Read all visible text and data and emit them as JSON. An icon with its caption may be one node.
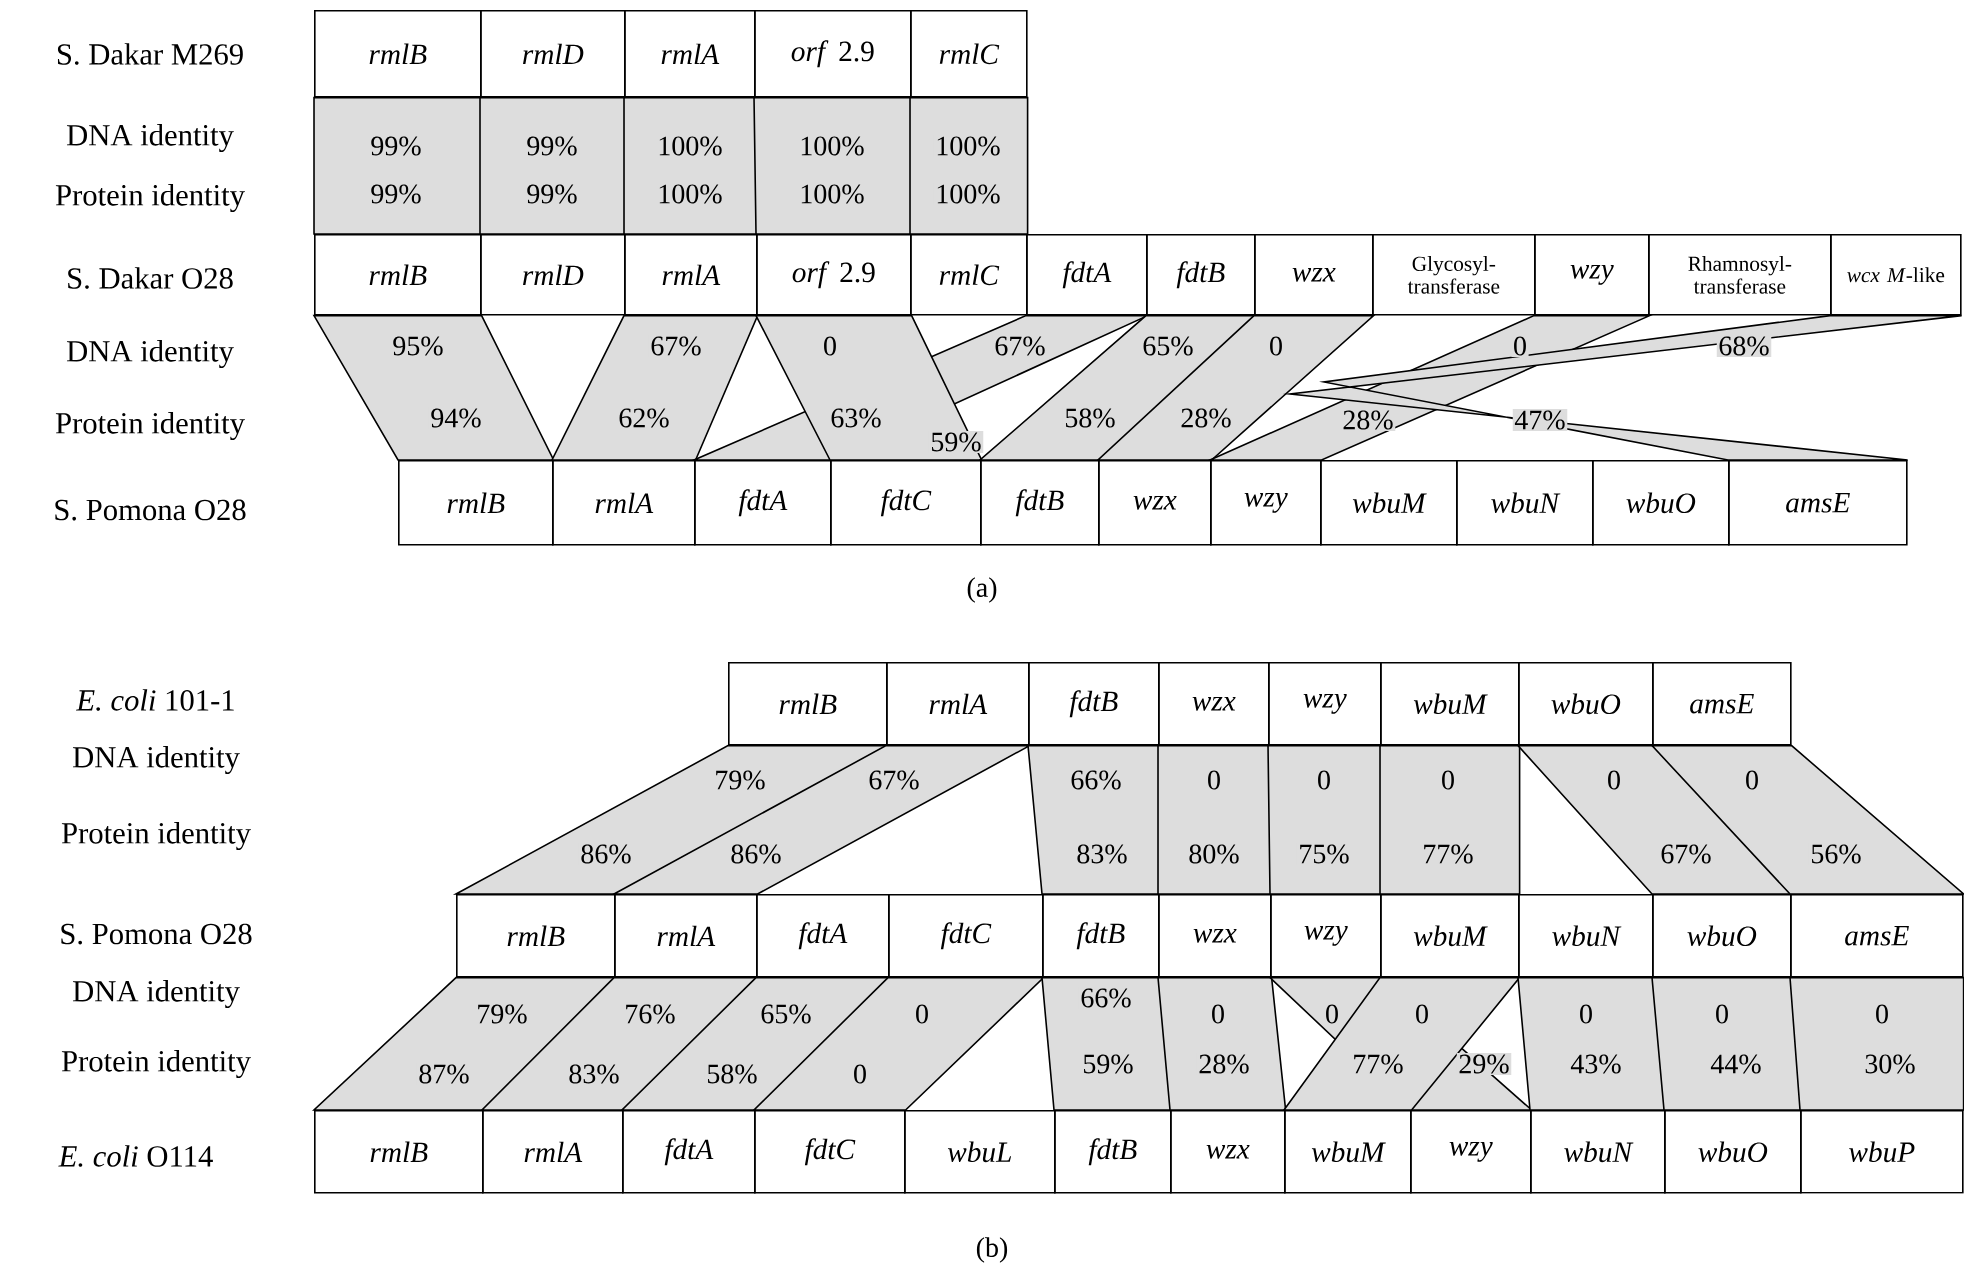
{
  "diagram": {
    "nodes": [
      {
        "text": [
          "rmlB"
        ]
      },
      {
        "text": [
          "rmlD"
        ]
      },
      {
        "text": [
          "rmlA"
        ]
      },
      {
        "text": [
          "*orf* 2.9"
        ]
      },
      {
        "text": [
          "rmlC"
        ]
      },
      {
        "text": [
          "rmlB"
        ]
      },
      {
        "text": [
          "rmlD"
        ]
      },
      {
        "text": [
          "rmlA"
        ]
      },
      {
        "text": [
          "*orf* 2.9"
        ]
      },
      {
        "text": [
          "rmlC"
        ]
      },
      {
        "text": [
          "fdtA"
        ]
      },
      {
        "text": [
          "fdtB"
        ]
      },
      {
        "text": [
          "wzx"
        ]
      },
      {
        "text": [
          "Glycosyl-transferase"
        ]
      },
      {
        "text": [
          "wzy"
        ]
      },
      {
        "text": [
          "Rhamnosyl-transferase"
        ]
      },
      {
        "text": [
          "*wcx M*-like"
        ]
      },
      {
        "text": [
          "rmlB"
        ]
      },
      {
        "text": [
          "rmlA"
        ]
      },
      {
        "text": [
          "fdtA"
        ]
      },
      {
        "text": [
          "fdtC"
        ]
      },
      {
        "text": [
          "fdtB"
        ]
      },
      {
        "text": [
          "wzx"
        ]
      },
      {
        "text": [
          "wzy"
        ]
      },
      {
        "text": [
          "wbuM"
        ]
      },
      {
        "text": [
          "wbuN"
        ]
      },
      {
        "text": [
          "wbuO"
        ]
      },
      {
        "text": [
          "amsE"
        ]
      },
      {
        "text": [
          "rmlB"
        ]
      },
      {
        "text": [
          "rmlA"
        ]
      },
      {
        "text": [
          "fdtB"
        ]
      },
      {
        "text": [
          "wzx"
        ]
      },
      {
        "text": [
          "wzy"
        ]
      },
      {
        "text": [
          "wbuM"
        ]
      },
      {
        "text": [
          "wbuO"
        ]
      },
      {
        "text": [
          "amsE"
        ]
      },
      {
        "text": [
          "rmlB"
        ]
      },
      {
        "text": [
          "rmlA"
        ]
      },
      {
        "text": [
          "fdtA"
        ]
      },
      {
        "text": [
          "fdtC"
        ]
      },
      {
        "text": [
          "fdtB"
        ]
      },
      {
        "text": [
          "wzx"
        ]
      },
      {
        "text": [
          "wzy"
        ]
      },
      {
        "text": [
          "wbuM"
        ]
      },
      {
        "text": [
          "wbuN"
        ]
      },
      {
        "text": [
          "wbuO"
        ]
      },
      {
        "text": [
          "amsE"
        ]
      },
      {
        "text": [
          "rmlB"
        ]
      },
      {
        "text": [
          "rmlA"
        ]
      },
      {
        "text": [
          "fdtA"
        ]
      },
      {
        "text": [
          "fdtC"
        ]
      },
      {
        "text": [
          "wbuL"
        ]
      },
      {
        "text": [
          "fdtB"
        ]
      },
      {
        "text": [
          "wzx"
        ]
      },
      {
        "text": [
          "wbuM"
        ]
      },
      {
        "text": [
          "wzy"
        ]
      },
      {
        "text": [
          "wbuN"
        ]
      },
      {
        "text": [
          "wbuO"
        ]
      },
      {
        "text": [
          "wbuP"
        ]
      }
    ],
    "edges": [
      {
        "from": 0,
        "to": 5,
        "arrow": "none"
      },
      {
        "from": 1,
        "to": 6,
        "arrow": "none"
      },
      {
        "from": 2,
        "to": 7,
        "arrow": "none"
      },
      {
        "from": 3,
        "to": 8,
        "arrow": "none"
      },
      {
        "from": 4,
        "to": 9,
        "arrow": "none"
      },
      {
        "from": 5,
        "to": 17,
        "arrow": "none"
      },
      {
        "from": 7,
        "to": 18,
        "arrow": "none"
      },
      {
        "from": 10,
        "to": 19,
        "arrow": "none"
      },
      {
        "from": 8,
        "to": 20,
        "arrow": "none"
      },
      {
        "from": 11,
        "to": 21,
        "arrow": "none"
      },
      {
        "from": 12,
        "to": 22,
        "arrow": "none"
      },
      {
        "from": 14,
        "to": 23,
        "arrow": "none"
      },
      {
        "from": 16,
        "to": 27,
        "arrow": "none"
      },
      {
        "from": 28,
        "to": 36,
        "arrow": "none"
      },
      {
        "from": 29,
        "to": 37,
        "arrow": "none"
      },
      {
        "from": 30,
        "to": 40,
        "arrow": "none"
      },
      {
        "from": 31,
        "to": 41,
        "arrow": "none"
      },
      {
        "from": 32,
        "to": 42,
        "arrow": "none"
      },
      {
        "from": 33,
        "to": 43,
        "arrow": "none"
      },
      {
        "from": 34,
        "to": 45,
        "arrow": "none"
      },
      {
        "from": 35,
        "to": 46,
        "arrow": "none"
      },
      {
        "from": 36,
        "to": 47,
        "arrow": "none"
      },
      {
        "from": 37,
        "to": 48,
        "arrow": "none"
      },
      {
        "from": 38,
        "to": 49,
        "arrow": "none"
      },
      {
        "from": 39,
        "to": 50,
        "arrow": "none"
      },
      {
        "from": 40,
        "to": 52,
        "arrow": "none"
      },
      {
        "from": 41,
        "to": 53,
        "arrow": "none"
      },
      {
        "from": 42,
        "to": 55,
        "arrow": "none"
      },
      {
        "from": 43,
        "to": 54,
        "arrow": "none"
      },
      {
        "from": 44,
        "to": 56,
        "arrow": "none"
      },
      {
        "from": 45,
        "to": 57,
        "arrow": "none"
      },
      {
        "from": 46,
        "to": 58,
        "arrow": "none"
      }
    ],
    "labels": [
      "S. Dakar M269",
      "DNA identity",
      "99%",
      "99%",
      "100%",
      "100%",
      "100%",
      "Protein identity",
      "99%",
      "99%",
      "100%",
      "100%",
      "100%",
      "S. Dakar O28",
      "DNA identity",
      "95%",
      "67%",
      "0",
      "67%",
      "65%",
      "0",
      "0",
      "68%",
      "Protein identity",
      "94%",
      "62%",
      "63%",
      "59%",
      "58%",
      "28%",
      "28%",
      "47%",
      "S. Pomona O28",
      "(a)",
      "*E. coli* 101-1",
      "DNA identity",
      "79%",
      "67%",
      "66%",
      "0",
      "0",
      "0",
      "0",
      "0",
      "Protein identity",
      "86%",
      "86%",
      "83%",
      "80%",
      "75%",
      "77%",
      "67%",
      "56%",
      "S. Pomona O28",
      "DNA identity",
      "79%",
      "76%",
      "65%",
      "0",
      "66%",
      "0",
      "0",
      "0",
      "0",
      "0",
      "0",
      "Protein identity",
      "87%",
      "83%",
      "58%",
      "0",
      "59%",
      "28%",
      "77%",
      "29%",
      "43%",
      "44%",
      "30%",
      "*E. coli* O114",
      "(b)"
    ]
  }
}
